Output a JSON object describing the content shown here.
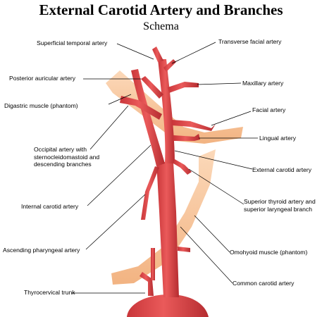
{
  "title": "External Carotid Artery and Branches",
  "subtitle": "Schema",
  "labels": {
    "superficial_temporal": "Superficial temporal artery",
    "transverse_facial": "Transverse facial artery",
    "posterior_auricular": "Posterior auricular artery",
    "maxillary": "Maxillary artery",
    "digastric": "Digastric muscle (phantom)",
    "facial": "Facial artery",
    "lingual": "Lingual artery",
    "occipital_1": "Occipital artery with",
    "occipital_2": "sternocleidomastoid and",
    "occipital_3": "descending branches",
    "external_carotid": "External carotid artery",
    "internal_carotid": "Internal carotid artery",
    "superior_thyroid_1": "Superior thyroid artery and",
    "superior_thyroid_2": "superior laryngeal branch",
    "ascending_pharyngeal": "Ascending pharyngeal artery",
    "omohyoid": "Omohyoid muscle (phantom)",
    "common_carotid": "Common carotid artery",
    "thyrocervical": "Thyrocervical trunk"
  },
  "colors": {
    "artery": "#e0484a",
    "artery_dark": "#b02a2e",
    "artery_highlight": "#f4a0a0",
    "muscle": "#f3b07a",
    "muscle_light": "#fbd2ad",
    "leader": "#000000"
  }
}
